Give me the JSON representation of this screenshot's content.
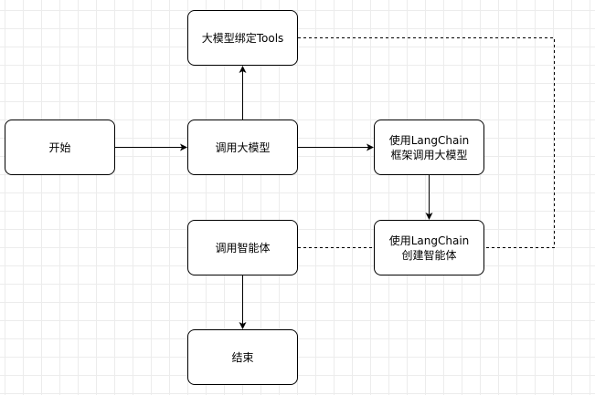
{
  "diagram": {
    "nodes": {
      "start": "开始",
      "bind_tools": "大模型绑定Tools",
      "call_llm": "调用大模型",
      "langchain_framework": "使用LangChain\n框架调用大模型",
      "langchain_agent": "使用LangChain\n创建智能体",
      "invoke_agent": "调用智能体",
      "end": "结束"
    },
    "edges": [
      {
        "from": "start",
        "to": "call_llm",
        "style": "solid",
        "arrow": true
      },
      {
        "from": "call_llm",
        "to": "bind_tools",
        "style": "solid",
        "arrow": true
      },
      {
        "from": "call_llm",
        "to": "langchain_framework",
        "style": "solid",
        "arrow": true
      },
      {
        "from": "langchain_framework",
        "to": "langchain_agent",
        "style": "solid",
        "arrow": true
      },
      {
        "from": "invoke_agent",
        "to": "end",
        "style": "solid",
        "arrow": true
      },
      {
        "from": "bind_tools",
        "to": "langchain_agent",
        "style": "dashed",
        "arrow": false
      },
      {
        "from": "invoke_agent",
        "to": "langchain_agent",
        "style": "dashed",
        "arrow": false
      }
    ],
    "colors": {
      "stroke": "#000000",
      "node_fill": "#ffffff",
      "grid": "#ececec"
    }
  }
}
